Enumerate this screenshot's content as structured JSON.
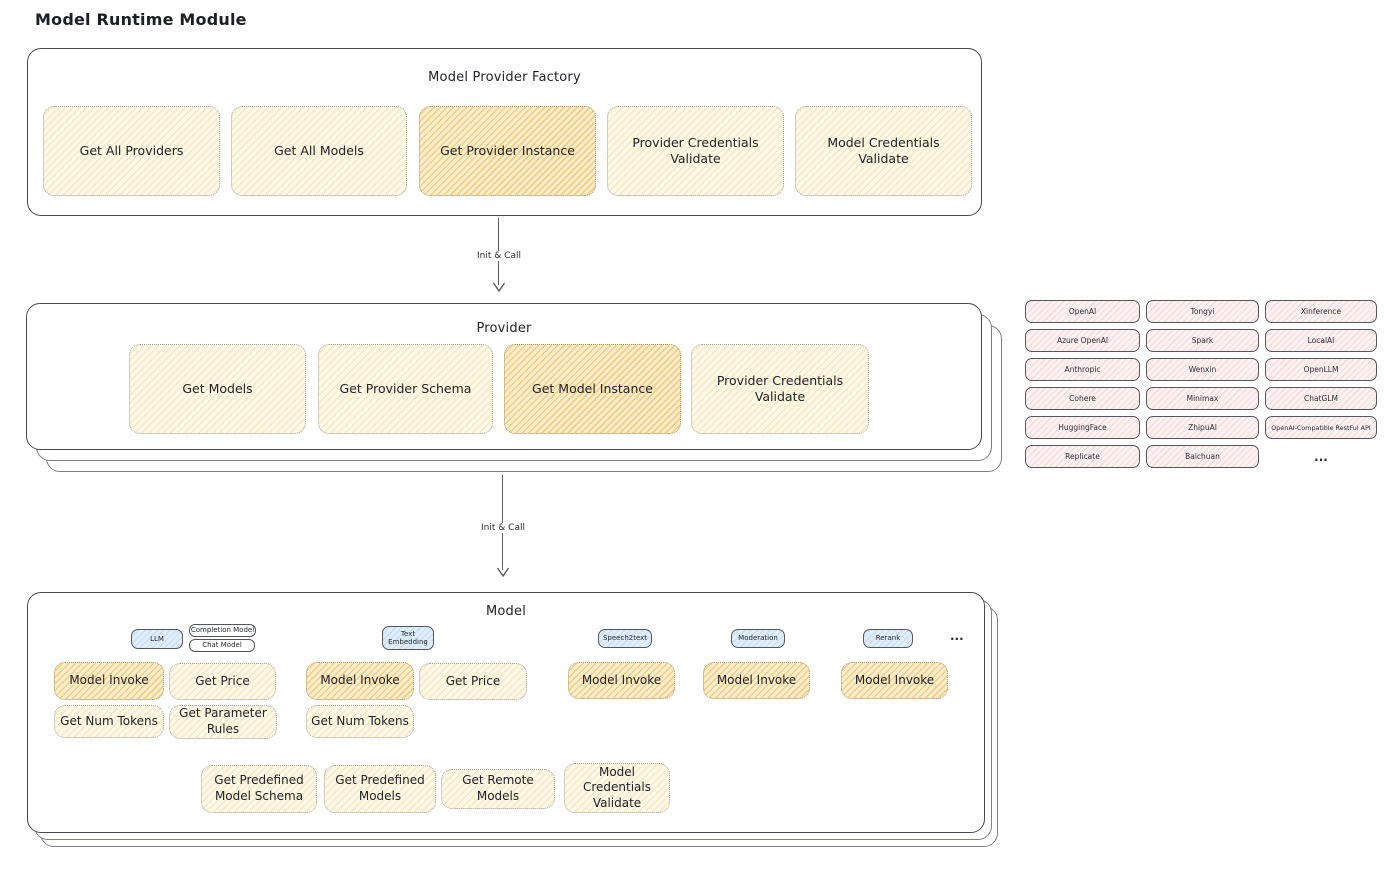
{
  "title": "Model Runtime Module",
  "factory": {
    "title": "Model Provider Factory",
    "functions": [
      "Get All Providers",
      "Get All Models",
      "Get Provider Instance",
      "Provider Credentials Validate",
      "Model Credentials Validate"
    ]
  },
  "arrows": [
    {
      "label": "Init & Call"
    },
    {
      "label": "Init & Call"
    }
  ],
  "provider": {
    "title": "Provider",
    "functions": [
      "Get Models",
      "Get Provider Schema",
      "Get Model Instance",
      "Provider Credentials Validate"
    ]
  },
  "providers_grid": {
    "rows": [
      [
        "OpenAI",
        "Tongyi",
        "Xinference"
      ],
      [
        "Azure OpenAI",
        "Spark",
        "LocalAI"
      ],
      [
        "Anthropic",
        "Wenxin",
        "OpenLLM"
      ],
      [
        "Cohere",
        "Minimax",
        "ChatGLM"
      ],
      [
        "HuggingFace",
        "ZhipuAI",
        "OpenAI-Compatible RestFul API"
      ],
      [
        "Replicate",
        "Baichuan",
        "..."
      ]
    ]
  },
  "model": {
    "title": "Model",
    "tabs": {
      "llm": "LLM",
      "completion": "Completion Model",
      "chat": "Chat Model",
      "text_embedding": "Text Embedding",
      "speech2text": "Speech2text",
      "moderation": "Moderation",
      "rerank": "Rerank",
      "more": "..."
    },
    "functions": {
      "llm": [
        "Model Invoke",
        "Get Price",
        "Get Num Tokens",
        "Get Parameter Rules"
      ],
      "text_embedding": [
        "Model Invoke",
        "Get Price",
        "Get Num Tokens"
      ],
      "speech2text": [
        "Model Invoke"
      ],
      "moderation": [
        "Model Invoke"
      ],
      "rerank": [
        "Model Invoke"
      ]
    },
    "bottom": [
      "Get Predefined Model Schema",
      "Get Predefined Models",
      "Get Remote Models",
      "Model Credentials Validate"
    ]
  },
  "colors": {
    "highlight_orange": "#eeaa3e",
    "cream_fill": "#fdf8e8",
    "pink_fill": "#fdf2f2",
    "blue_fill": "#e0eefb",
    "outline": "#47494e"
  }
}
